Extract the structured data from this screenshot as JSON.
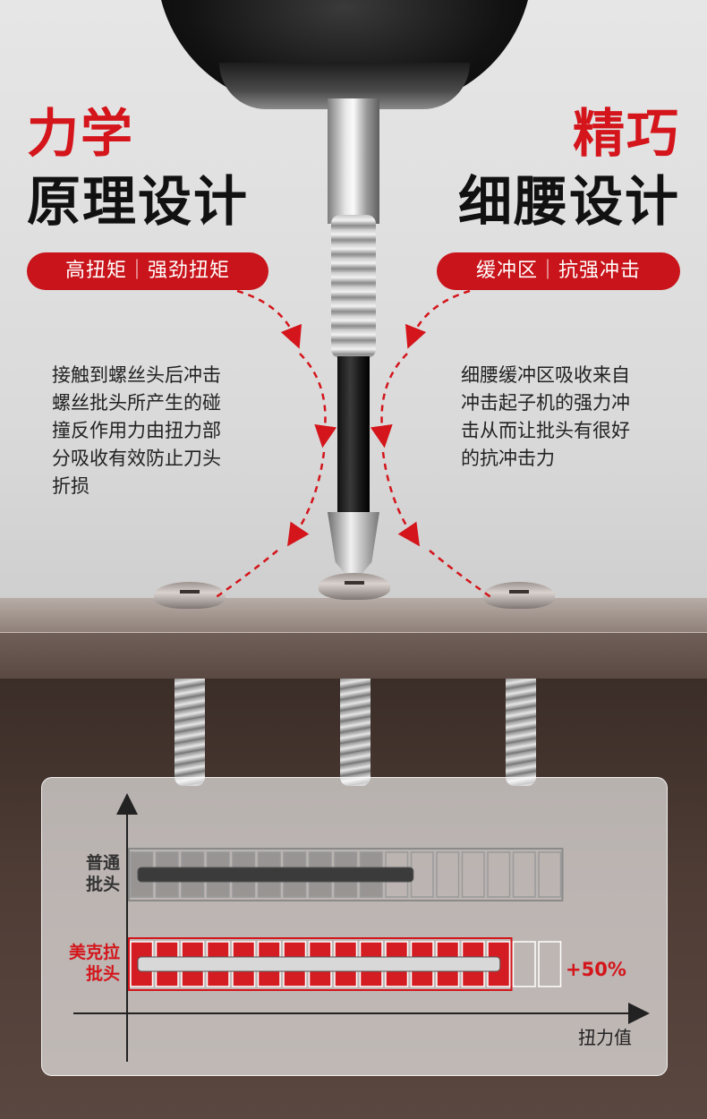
{
  "headings": {
    "left_line1": "力学",
    "left_line2": "原理设计",
    "right_line1": "精巧",
    "right_line2": "细腰设计"
  },
  "pills": {
    "left": "高扭矩｜强劲扭矩",
    "right": "缓冲区｜抗强冲击"
  },
  "descriptions": {
    "left": [
      "接触到螺丝头后冲击",
      "螺丝批头所产生的碰",
      "撞反作用力由扭力部",
      "分吸收有效防止刀头",
      "折损"
    ],
    "right": [
      "细腰缓冲区吸收来自",
      "冲击起子机的强力冲",
      "击从而让批头有很好",
      "的抗冲击力"
    ]
  },
  "colors": {
    "accent_red": "#c8141a",
    "heading_red": "#d4151b",
    "text_dark": "#111111"
  },
  "chart_data": {
    "type": "bar",
    "orientation": "horizontal",
    "categories": [
      "普通批头",
      "美克拉批头"
    ],
    "category_lines": [
      [
        "普通",
        "批头"
      ],
      [
        "美克拉",
        "批头"
      ]
    ],
    "values": [
      10,
      15
    ],
    "unit_cells_total": 17,
    "annotation": "+50%",
    "xlabel": "扭力值",
    "ylabel": "",
    "colors": [
      "#7a7a7a",
      "#d4151b"
    ],
    "grid": false
  }
}
